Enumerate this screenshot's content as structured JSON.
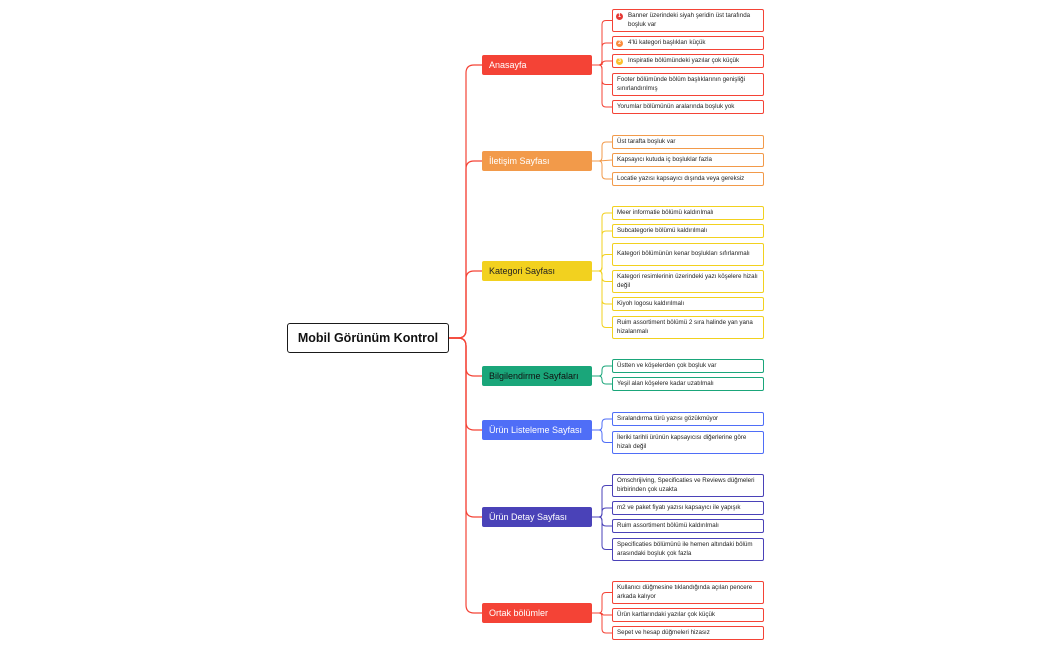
{
  "root": {
    "label": "Mobil Görünüm Kontrol"
  },
  "branches": [
    {
      "label": "Anasayfa",
      "color": "#f44336",
      "leaves": [
        {
          "text": "Banner üzerindeki siyah şeridin üst tarafında boşluk var",
          "marker": "1",
          "marker_color": "#e53935"
        },
        {
          "text": "4'lü kategori başlıkları küçük",
          "marker": "2",
          "marker_color": "#fb8c3c"
        },
        {
          "text": "Inspiratie bölümündeki yazılar çok küçük",
          "marker": "3",
          "marker_color": "#fbc02d"
        },
        {
          "text": "Footer bölümünde bölüm başlıklarının genişliği sınırlandırılmış"
        },
        {
          "text": "Yorumlar bölümünün aralarında boşluk yok"
        }
      ]
    },
    {
      "label": "İletişim Sayfası",
      "color": "#f29a4a",
      "leaves": [
        {
          "text": "Üst tarafta boşluk var"
        },
        {
          "text": "Kapsayıcı kutuda iç boşluklar fazla"
        },
        {
          "text": "Locatie yazısı kapsayıcı dışında veya gereksiz"
        }
      ]
    },
    {
      "label": "Kategori Sayfası",
      "color": "#f2d11f",
      "text_color": "#222222",
      "leaves": [
        {
          "text": "Meer informatie bölümü kaldırılmalı"
        },
        {
          "text": "Subcategorie bölümü kaldırılmalı"
        },
        {
          "text": "Kategori bölümünün kenar boşlukları sıfırlanmalı"
        },
        {
          "text": "Kategori resimlerinin üzerindeki yazı köşelere hizalı değil"
        },
        {
          "text": "Kiyoh logosu kaldırılmalı"
        },
        {
          "text": "Ruim assortiment bölümü 2 sıra halinde yan yana hizalanmalı"
        }
      ]
    },
    {
      "label": "Bilgilendirme Sayfaları",
      "color": "#1aa67a",
      "text_color": "#111111",
      "leaves": [
        {
          "text": "Üstten ve köşelerden çok boşluk var"
        },
        {
          "text": "Yeşil alan köşelere kadar uzatılmalı"
        }
      ]
    },
    {
      "label": "Ürün Listeleme Sayfası",
      "color": "#4f6ef7",
      "leaves": [
        {
          "text": "Sıralandırma türü yazısı gözükmüyor"
        },
        {
          "text": "İleriki tarihli ürünün kapsayıcısı diğerlerine göre hizalı değil"
        }
      ]
    },
    {
      "label": "Ürün Detay Sayfası",
      "color": "#4a42b8",
      "leaves": [
        {
          "text": "Omschrijiving, Specificaties ve Reviews düğmeleri birbirinden çok uzakta"
        },
        {
          "text": "m2 ve paket fiyatı yazısı kapsayıcı ile yapışık"
        },
        {
          "text": "Ruim assortiment bölümü kaldırılmalı"
        },
        {
          "text": "Specificaties bölümünü ile hemen altındaki bölüm arasındaki boşluk çok fazla"
        }
      ]
    },
    {
      "label": "Ortak bölümler",
      "color": "#f44336",
      "leaves": [
        {
          "text": "Kullanıcı düğmesine tıklandığında açılan pencere arkada kalıyor"
        },
        {
          "text": "Ürün kartlarındaki yazılar çok küçük"
        },
        {
          "text": "Sepet ve hesap düğmeleri hizasız"
        }
      ]
    }
  ]
}
